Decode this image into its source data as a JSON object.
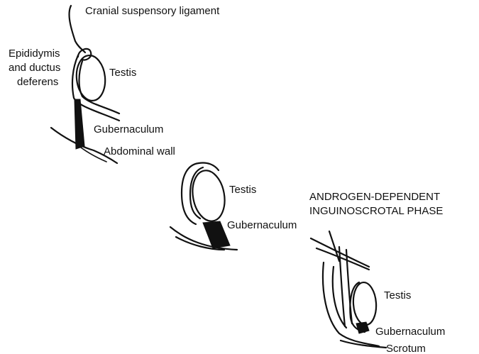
{
  "stage1": {
    "cranial_ligament": "Cranial suspensory  ligament",
    "epididymis_line1": "Epididymis",
    "epididymis_line2": "and ductus",
    "epididymis_line3": "deferens",
    "testis": "Testis",
    "gubernaculum": "Gubernaculum",
    "abdominal_wall": "Abdominal wall"
  },
  "stage2": {
    "testis": "Testis",
    "gubernaculum": "Gubernaculum"
  },
  "stage3": {
    "phase_line1": "ANDROGEN-DEPENDENT",
    "phase_line2": "INGUINOSCROTAL PHASE",
    "testis": "Testis",
    "gubernaculum": "Gubernaculum",
    "scrotum": "Scrotum"
  },
  "colors": {
    "ink": "#111111",
    "background": "#ffffff"
  }
}
